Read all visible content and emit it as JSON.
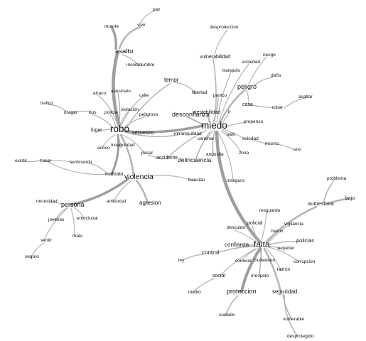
{
  "colors": {
    "edge": "#b3b3b3",
    "edge_heavy": "#9e9e9e",
    "text": "#111111",
    "background": "#ffffff"
  },
  "nodes": {
    "paz": "paz",
    "vivir": "vivir",
    "muerte": "muerte",
    "asalto": "asalto",
    "incertidumbre": "incertidumbre",
    "desproteccion": "desproteccion",
    "vulnerabilidad": "vulnerabilidad",
    "riesgo": "riesgo",
    "sociedad": "sociedad",
    "tranquilo": "tranquilo",
    "dano": "daño",
    "temor": "temor",
    "atraco": "atraco",
    "asesinato": "asesinato",
    "calle": "calle",
    "libertad": "libertad",
    "panico": "panico",
    "peligro": "peligro",
    "asaltar": "asaltar",
    "trafico": "trafico",
    "dragar": "dragar",
    "bus": "bus",
    "policia": "policia",
    "violacion": "violación",
    "peligroso": "peligroso",
    "desconfianza": "desconfianza",
    "inestabilidad": "inestabilidad",
    "casa": "casa",
    "robar": "robar",
    "ir": "ir",
    "propenso": "propenso",
    "lugar": "lugar",
    "robo": "robo",
    "secuestro": "secuestro",
    "miedo": "miedo",
    "intranquilidad": "intranquilidad",
    "salir": "salir",
    "caminar": "caminar",
    "soledad": "soledad",
    "mismo": "mismo",
    "uno": "uno",
    "acoso": "acoso",
    "inseguridad": "inseguridad",
    "pasar": "pasar",
    "zona": "zona",
    "existir": "existir",
    "hacer": "hacer",
    "sentirsentir": "sentirsentir",
    "accidente": "accidente",
    "delincuencia": "delincuencia",
    "angustia": "angustia",
    "maltrato": "maltrato",
    "violencia": "violencia",
    "transitar": "transitar",
    "inseguro": "inseguro",
    "problema": "problema",
    "bajo": "bajo",
    "necesidad": "necesidad",
    "antisocial": "antisocial",
    "agresion": "agresion",
    "autoestima": "autoestima",
    "persona": "persona",
    "resguardo": "resguardo",
    "jovenes": "jovenes",
    "emocional": "emocional",
    "descuido": "descuido",
    "policial": "policial",
    "vigilancia": "vigilancia",
    "barrio": "barrio",
    "malo": "malo",
    "policias": "policias",
    "sentir": "sentir",
    "confianza": "confianza",
    "falta": "falta",
    "experier": "experier",
    "control": "control",
    "ley": "ley",
    "conocer": "conocer",
    "ciudadano": "ciudadano",
    "corrupcion": "corrupcion",
    "seguro": "seguro",
    "ladron": "ladrón",
    "social": "social",
    "irrespeto": "irrespeto",
    "medio": "medio",
    "proteccion": "proteccion",
    "seguridad": "seguridad",
    "cuidado": "cuidado",
    "vulnerable": "vulnerable",
    "desprotegido": "desprotegido"
  }
}
